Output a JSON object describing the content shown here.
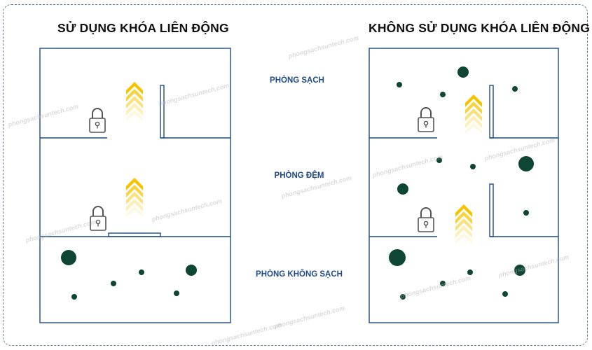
{
  "titles": {
    "left": "SỬ DỤNG KHÓA LIÊN ĐỘNG",
    "right": "KHÔNG SỬ DỤNG KHÓA LIÊN ĐỘNG"
  },
  "rooms": {
    "clean": "PHÒNG SẠCH",
    "buffer": "PHÒNG ĐỆM",
    "dirty": "PHÒNG KHÔNG SẠCH"
  },
  "watermark": "phongsachsuntech.com",
  "colors": {
    "wall": "#1f4a86",
    "particle": "#0e4535",
    "arrow": "#f5c400",
    "border": "#6a7f99",
    "lock": "#555555"
  },
  "icons": [
    "lock-icon",
    "airflow-arrow-icon",
    "particle-dot"
  ]
}
